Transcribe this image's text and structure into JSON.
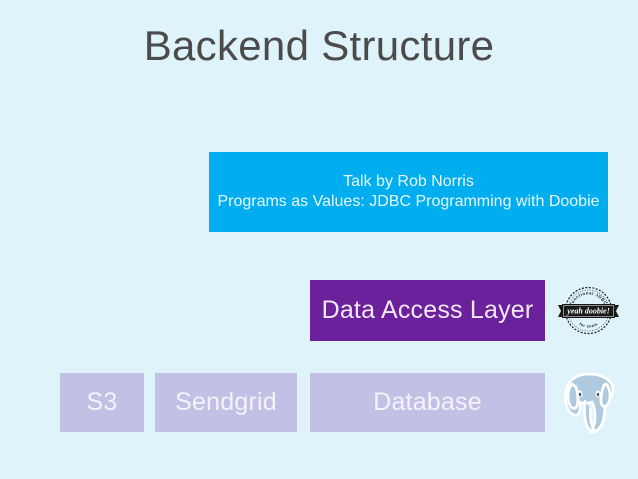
{
  "slide": {
    "background_color": "#dff3fb",
    "title": "Backend Structure"
  },
  "talk_banner": {
    "color": "#00aeef",
    "line1": "Talk by Rob Norris",
    "line2": "Programs as Values: JDBC Programming with Doobie"
  },
  "data_access_layer": {
    "color": "#6b219b",
    "label": "Data Access Layer"
  },
  "services": {
    "color": "#c2c0e4",
    "items": [
      {
        "label": "S3"
      },
      {
        "label": "Sendgrid"
      },
      {
        "label": "Database"
      }
    ]
  },
  "badges": {
    "doobie": {
      "banner_text": "yeah doobie!",
      "arc_top_text": "functional  JDBC",
      "arc_bottom_text": "for scala",
      "color": "#1a1a1a"
    },
    "postgres": {
      "name": "postgresql-elephant-logo",
      "fill": "#afc9de",
      "outline": "#ffffff"
    }
  }
}
